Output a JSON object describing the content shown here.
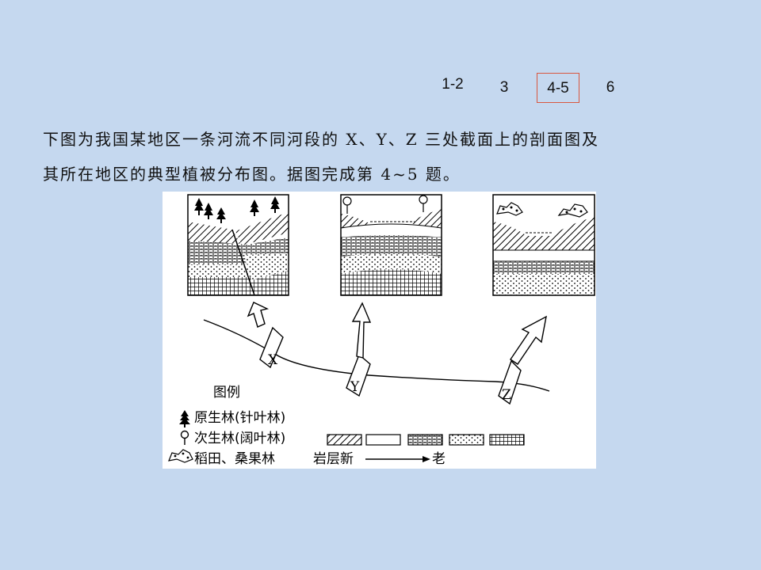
{
  "nav": {
    "tabs": [
      {
        "label": "1-2",
        "active": false
      },
      {
        "label": "3",
        "active": false
      },
      {
        "label": "4-5",
        "active": true
      },
      {
        "label": "6",
        "active": false
      }
    ],
    "active_color": "#d9573f"
  },
  "question": {
    "line1": "下图为我国某地区一条河流不同河段的 X、Y、Z 三处截面上的剖面图及",
    "line2": "其所在地区的典型植被分布图。据图完成第 4~5 题。"
  },
  "figure": {
    "labels": {
      "x": "X",
      "y": "Y",
      "z": "Z"
    },
    "legend": {
      "title": "图例",
      "primary_forest": "原生林(针叶林)",
      "secondary_forest": "次生林(阔叶林)",
      "paddy": "稻田、桑果林",
      "rock_label": "岩层新",
      "old_label": "老"
    }
  },
  "colors": {
    "background": "#c5d8ef",
    "figure_background": "#ffffff"
  }
}
